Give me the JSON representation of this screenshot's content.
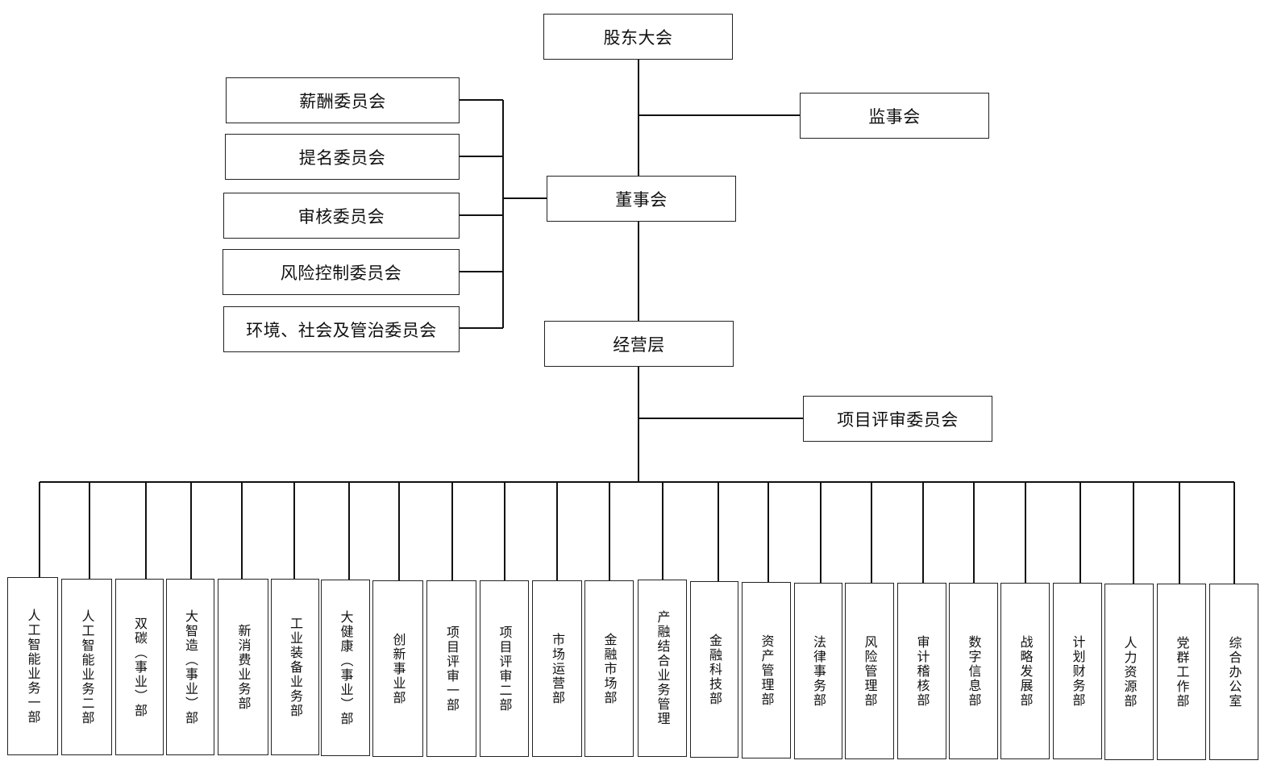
{
  "top": {
    "shareholders": "股东大会",
    "supervisors": "监事会",
    "board": "董事会",
    "management": "经营层",
    "project_review": "项目评审委员会"
  },
  "committees": [
    "薪酬委员会",
    "提名委员会",
    "审核委员会",
    "风险控制委员会",
    "环境、社会及管治委员会"
  ],
  "departments": [
    "人工智能业务一部",
    "人工智能业务二部",
    "双碳（事业）部",
    "大智造（事业）部",
    "新消费业务部",
    "工业装备业务部",
    "大健康（事业）部",
    "创新事业部",
    "项目评审一部",
    "项目评审二部",
    "市场运营部",
    "金融市场部",
    "产融结合业务管理",
    "金融科技部",
    "资产管理部",
    "法律事务部",
    "风险管理部",
    "审计稽核部",
    "数字信息部",
    "战略发展部",
    "计划财务部",
    "人力资源部",
    "党群工作部",
    "综合办公室"
  ]
}
